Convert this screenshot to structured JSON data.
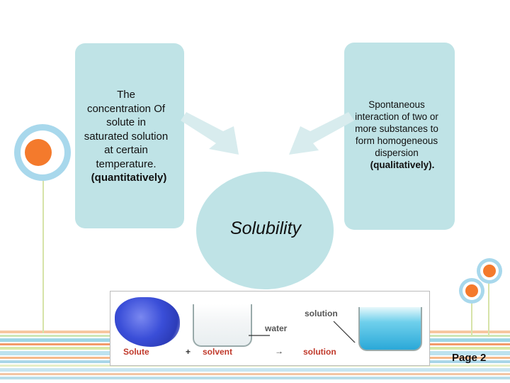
{
  "cards": {
    "left": {
      "lines": [
        "The",
        "concentration Of",
        "solute in",
        "saturated solution",
        "at certain",
        "temperature."
      ],
      "bold": "(quantitatively)"
    },
    "right": {
      "lines": [
        "Spontaneous",
        "interaction of two or",
        "more substances to",
        "form homogeneous",
        "dispersion"
      ],
      "bold": "(qualitatively)."
    }
  },
  "center": {
    "title": "Solubility"
  },
  "photo": {
    "solute": "Solute",
    "plus": "+",
    "solvent": "solvent",
    "arrow": "→",
    "solution_bottom": "solution",
    "solution_top": "solution",
    "water": "water"
  },
  "footer": {
    "page": "Page 2"
  },
  "colors": {
    "card": "#bfe3e6",
    "arrow": "#d8ecee",
    "orange": "#f47a2c",
    "ring_blue": "#a8d8ec"
  }
}
